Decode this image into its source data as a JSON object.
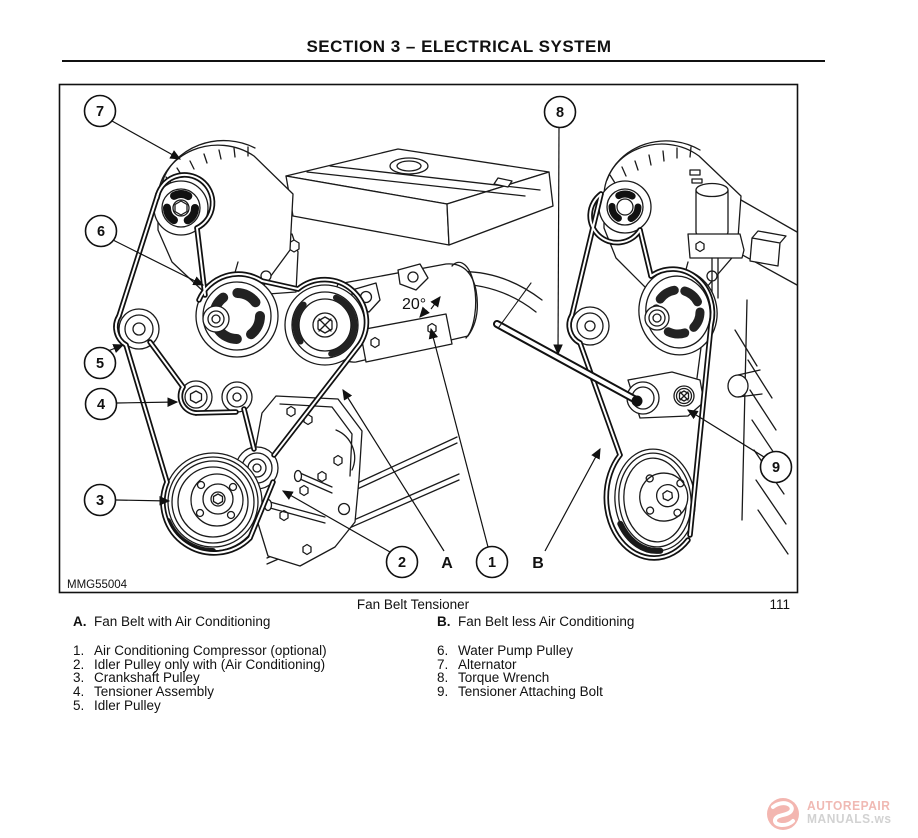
{
  "page": {
    "title": "SECTION 3 – ELECTRICAL SYSTEM",
    "page_number": "111"
  },
  "figure": {
    "caption": "Fan Belt Tensioner",
    "image_code": "MMG55004",
    "angle_label": "20°",
    "callouts": {
      "c1": "1",
      "c2": "2",
      "c3": "3",
      "c4": "4",
      "c5": "5",
      "c6": "6",
      "c7": "7",
      "c8": "8",
      "c9": "9",
      "letter_a": "A",
      "letter_b": "B"
    }
  },
  "legend": {
    "left": {
      "header": {
        "num": "A.",
        "label": "Fan Belt with Air Conditioning"
      },
      "items": [
        {
          "num": "1.",
          "label": "Air Conditioning Compressor (optional)"
        },
        {
          "num": "2.",
          "label": "Idler Pulley only with (Air Conditioning)"
        },
        {
          "num": "3.",
          "label": "Crankshaft Pulley"
        },
        {
          "num": "4.",
          "label": "Tensioner Assembly"
        },
        {
          "num": "5.",
          "label": "Idler Pulley"
        }
      ]
    },
    "right": {
      "header": {
        "num": "B.",
        "label": "Fan Belt less Air Conditioning"
      },
      "items": [
        {
          "num": "6.",
          "label": "Water Pump Pulley"
        },
        {
          "num": "7.",
          "label": "Alternator"
        },
        {
          "num": "8.",
          "label": "Torque Wrench"
        },
        {
          "num": "9.",
          "label": "Tensioner Attaching Bolt"
        }
      ]
    }
  },
  "watermark": {
    "line1": "AUTOREPAIR",
    "line2": "MANUALS.ws"
  }
}
